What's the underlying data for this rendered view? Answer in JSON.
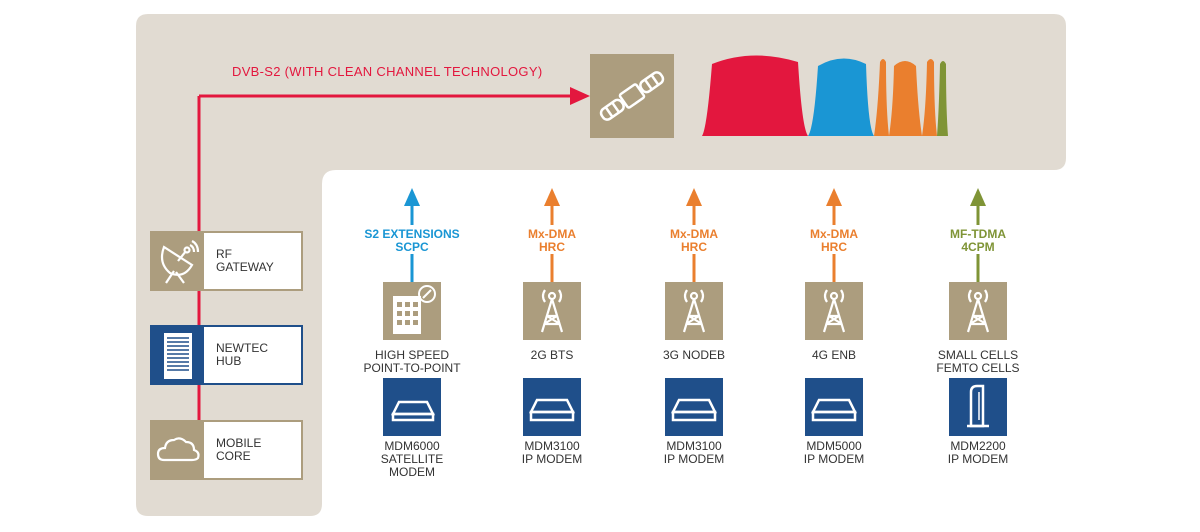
{
  "link": {
    "label": "DVB-S2 (WITH CLEAN CHANNEL TECHNOLOGY)"
  },
  "colors": {
    "panel": "#e1dbd2",
    "tan": "#ac9d7e",
    "navy": "#1f4f8a",
    "red": "#e3173e",
    "blue": "#1a96d4",
    "orange": "#ea7f2e",
    "green": "#7f9436"
  },
  "gateway_stack": [
    {
      "name": "rf-gateway",
      "label1": "RF",
      "label2": "GATEWAY",
      "icon": "satellite-dish-icon"
    },
    {
      "name": "newtec-hub",
      "label1": "NEWTEC",
      "label2": "HUB",
      "icon": "server-rack-icon"
    },
    {
      "name": "mobile-core",
      "label1": "MOBILE",
      "label2": "CORE",
      "icon": "cloud-icon"
    }
  ],
  "columns": [
    {
      "tech1": "S2 EXTENSIONS",
      "tech2": "SCPC",
      "tech_color": "blue",
      "site1": "HIGH SPEED",
      "site2": "POINT-TO-POINT",
      "site_icon": "building-dish-icon",
      "modem1": "MDM6000",
      "modem2": "SATELLITE",
      "modem3": "MODEM",
      "modem_icon": "flat-modem-icon"
    },
    {
      "tech1": "Mx-DMA",
      "tech2": "HRC",
      "tech_color": "orange",
      "site1": "2G BTS",
      "site2": "",
      "site_icon": "cell-tower-icon",
      "modem1": "MDM3100",
      "modem2": "IP MODEM",
      "modem3": "",
      "modem_icon": "modem-icon"
    },
    {
      "tech1": "Mx-DMA",
      "tech2": "HRC",
      "tech_color": "orange",
      "site1": "3G NODEB",
      "site2": "",
      "site_icon": "cell-tower-icon",
      "modem1": "MDM3100",
      "modem2": "IP MODEM",
      "modem3": "",
      "modem_icon": "modem-icon"
    },
    {
      "tech1": "Mx-DMA",
      "tech2": "HRC",
      "tech_color": "orange",
      "site1": "4G ENB",
      "site2": "",
      "site_icon": "cell-tower-icon",
      "modem1": "MDM5000",
      "modem2": "IP MODEM",
      "modem3": "",
      "modem_icon": "modem-icon"
    },
    {
      "tech1": "MF-TDMA",
      "tech2": "4CPM",
      "tech_color": "green",
      "site1": "SMALL CELLS",
      "site2": "FEMTO CELLS",
      "site_icon": "cell-tower-icon",
      "modem1": "MDM2200",
      "modem2": "IP MODEM",
      "modem3": "",
      "modem_icon": "vertical-modem-icon"
    }
  ]
}
